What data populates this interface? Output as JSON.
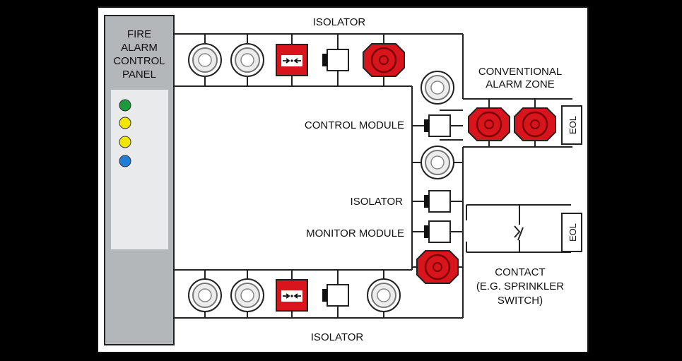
{
  "diagram": {
    "panel": {
      "title_lines": [
        "FIRE",
        "ALARM",
        "CONTROL",
        "PANEL"
      ],
      "indicator_colors": [
        "#1a9a3a",
        "#f2e600",
        "#f2e600",
        "#1f7fd6"
      ]
    },
    "labels": {
      "isolator_top": "ISOLATOR",
      "isolator_bottom": "ISOLATOR",
      "isolator_mid": "ISOLATOR",
      "control_module": "CONTROL MODULE",
      "monitor_module": "MONITOR MODULE",
      "alarm_zone_lines": [
        "CONVENTIONAL",
        "ALARM ZONE"
      ],
      "contact_lines": [
        "CONTACT",
        "(E.G. SPRINKLER",
        "SWITCH)"
      ],
      "eol_top": "EOL",
      "eol_bottom": "EOL"
    },
    "colors": {
      "frame_bg": "#ffffff",
      "panel_gray": "#b4b7ba",
      "panel_inner": "#e8eaec",
      "alarm_red": "#d8141c",
      "line": "#222222"
    }
  }
}
